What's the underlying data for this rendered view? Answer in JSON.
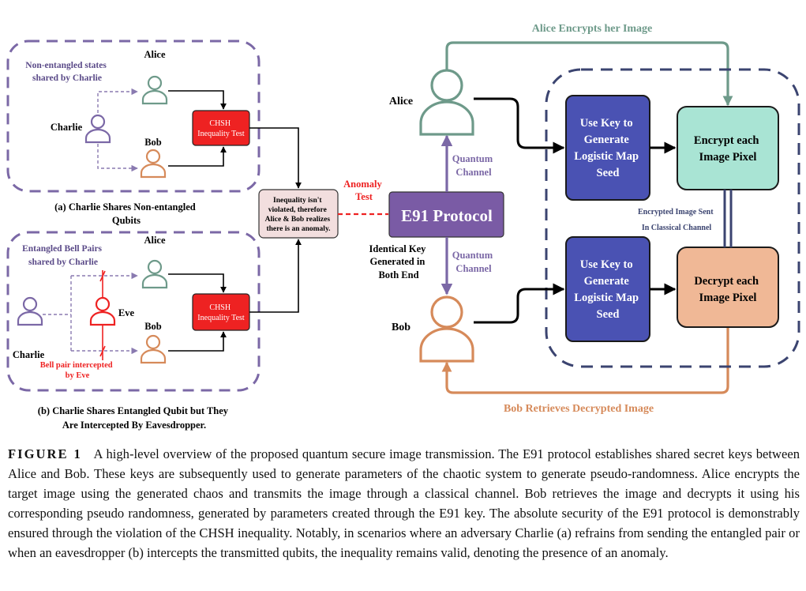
{
  "panel_a": {
    "alice": "Alice",
    "bob": "Bob",
    "charlie": "Charlie",
    "note_line1": "Non-entangled states",
    "note_line2": "shared by Charlie",
    "chsh_line1": "CHSH",
    "chsh_line2": "Inequality Test",
    "caption_line1": "(a) Charlie Shares Non-entangled",
    "caption_line2": "Qubits"
  },
  "panel_b": {
    "alice": "Alice",
    "bob": "Bob",
    "charlie": "Charlie",
    "eve": "Eve",
    "note_line1": "Entangled Bell Pairs",
    "note_line2": "shared by Charlie",
    "intercept_line1": "Bell pair intercepted",
    "intercept_line2": "by Eve",
    "chsh_line1": "CHSH",
    "chsh_line2": "Inequality Test",
    "caption_line1": "(b) Charlie Shares Entangled Qubit but They",
    "caption_line2": "Are Intercepted By Eavesdropper."
  },
  "anomaly_box": {
    "line1": "Inequality isn't",
    "line2": "violated, therefore",
    "line3": "Alice & Bob realizes",
    "line4": "there is  an anomaly."
  },
  "anomaly_test": {
    "line1": "Anomaly",
    "line2": "Test"
  },
  "protocol": {
    "e91": "E91 Protocol",
    "alice": "Alice",
    "bob": "Bob",
    "quantum_channel_top": [
      "Quantum",
      "Channel"
    ],
    "quantum_channel_bottom": [
      "Quantum",
      "Channel"
    ],
    "identical_key": [
      "Identical Key",
      "Generated in",
      "Both End"
    ],
    "alice_encrypts": "Alice Encrypts her Image",
    "bob_retrieves": "Bob Retrieves Decrypted Image",
    "use_key_top": [
      "Use Key to",
      "Generate",
      "Logistic Map",
      "Seed"
    ],
    "use_key_bottom": [
      "Use Key to",
      "Generate",
      "Logistic Map",
      "Seed"
    ],
    "encrypt": [
      "Encrypt each",
      "Image Pixel"
    ],
    "decrypt": [
      "Decrypt each",
      "Image Pixel"
    ],
    "encrypted_sent": [
      "Encrypted Image Sent",
      "In Classical Channel"
    ]
  },
  "caption": {
    "label": "FIGURE 1",
    "text": "A high-level overview of the proposed quantum secure image transmission. The E91 protocol establishes shared secret keys between Alice and Bob. These keys are subsequently used to generate parameters of the chaotic system to generate pseudo-randomness. Alice encrypts the target image using the generated chaos and transmits the image through a classical channel. Bob retrieves the image and decrypts it using his corresponding pseudo randomness, generated by parameters created through the E91 key. The absolute security of the E91 protocol is demonstrably ensured through the violation of the CHSH inequality. Notably, in scenarios where an adversary Charlie (a) refrains from sending the entangled pair or when an eavesdropper (b) intercepts the transmitted qubits, the inequality remains valid, denoting the presence of an anomaly."
  },
  "colors": {
    "purple": "#7b68a6",
    "green": "#6e9a8a",
    "orange": "#d68a5a",
    "red": "#ee2222",
    "blue_box": "#4a52b3",
    "navy": "#3b4470",
    "teal_fill": "#a9e4d4",
    "salmon_fill": "#f0b896",
    "anomaly_fill": "#f2dede",
    "e91_fill": "#7a5ba5"
  }
}
